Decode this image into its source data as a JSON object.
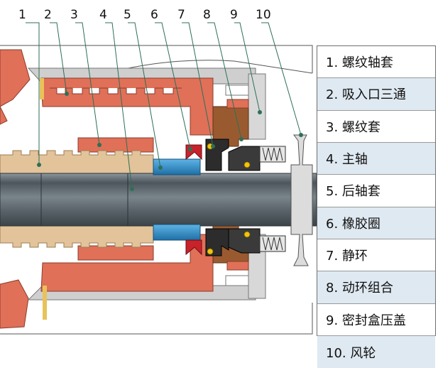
{
  "callouts": [
    "1",
    "2",
    "3",
    "4",
    "5",
    "6",
    "7",
    "8",
    "9",
    "10"
  ],
  "legend": [
    "1. 螺纹轴套",
    "2. 吸入口三通",
    "3. 螺纹套",
    "4. 主轴",
    "5. 后轴套",
    "6. 橡胶圈",
    "7. 静环",
    "8. 动环组合",
    "9. 密封盒压盖",
    "10. 风轮"
  ],
  "colors": {
    "casing": "#e07058",
    "casing_dark": "#b84a36",
    "shaft_sleeve": "#e2c39a",
    "shaft": "#5f6a71",
    "rear_sleeve": "#2f8fc8",
    "rubber_ring": "#c8222b",
    "seal_box": "#9a5a30",
    "static_ring": "#2c2c2c",
    "spring": "#f1c40f",
    "gland": "#d8d8d8",
    "leader": "#2e6f57",
    "legend_alt": "#dfe9f1"
  }
}
